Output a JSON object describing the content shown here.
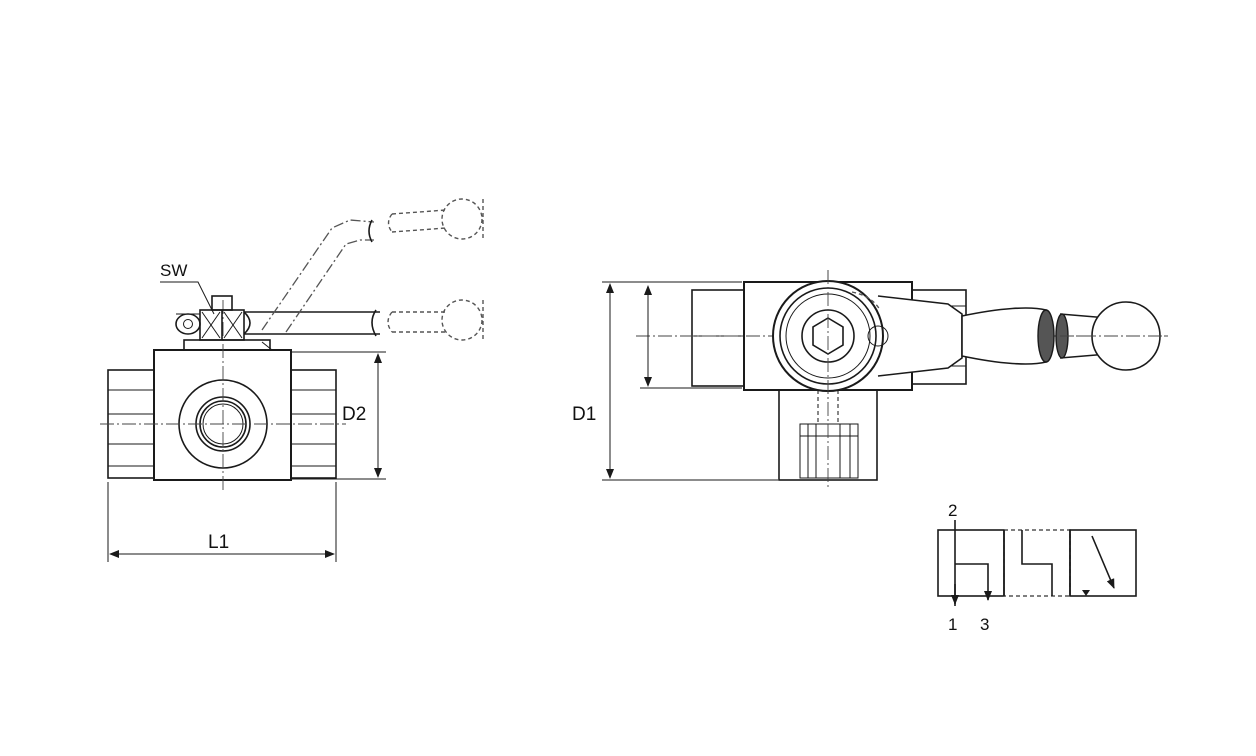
{
  "labels": {
    "wrench_size": "SW",
    "length": "L1",
    "height_front": "D2",
    "height_side": "D1"
  },
  "symbol": {
    "port_top": "2",
    "port_left": "1",
    "port_right": "3"
  },
  "colors": {
    "line": "#1a1a1a",
    "background": "#ffffff"
  }
}
